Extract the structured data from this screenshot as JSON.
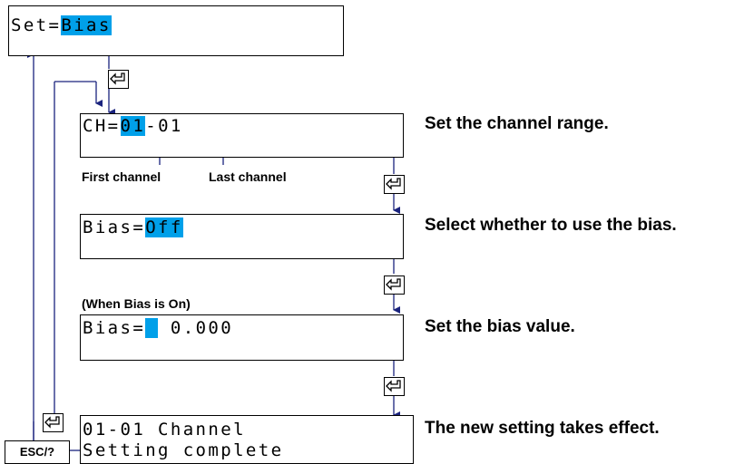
{
  "screens": {
    "set": {
      "prefix": "Set=",
      "value": "Bias"
    },
    "channel": {
      "prefix": "CH=",
      "first": "01",
      "sep": "-",
      "last": "01"
    },
    "bias_onoff": {
      "prefix": "Bias=",
      "value": "Off"
    },
    "bias_value": {
      "prefix": "Bias=",
      "value": " 0.000"
    },
    "complete": {
      "line1": "01-01 Channel",
      "line2": "Setting complete"
    }
  },
  "labels": {
    "first_channel": "First channel",
    "last_channel": "Last channel",
    "when_bias_on": "(When Bias is On)"
  },
  "descriptions": {
    "channel_range": "Set the channel range.",
    "bias_select": "Select whether to use the bias.",
    "bias_value": "Set the bias value.",
    "takes_effect": "The new setting takes effect."
  },
  "keys": {
    "esc": "ESC/?",
    "enter_icon": "enter-key-icon"
  },
  "colors": {
    "highlight": "#00a0e9",
    "line": "#1a237e"
  }
}
